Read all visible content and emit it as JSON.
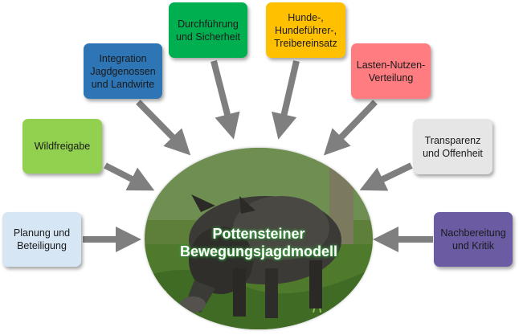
{
  "center": {
    "label": "Pottensteiner\nBewegungsjagdmodell",
    "image": "wild-boar-photo"
  },
  "boxes": [
    {
      "key": "planung",
      "label": "Planung und\nBeteiligung",
      "color": "#d6e6f4"
    },
    {
      "key": "wildfreigabe",
      "label": "Wildfreigabe",
      "color": "#92d050"
    },
    {
      "key": "integration",
      "label": "Integration\nJagdgenossen\nund Landwirte",
      "color": "#2e75b6"
    },
    {
      "key": "durchfuehrung",
      "label": "Durchführung\nund Sicherheit",
      "color": "#00b050"
    },
    {
      "key": "hunde",
      "label": "Hunde-,\nHundeführer-,\nTreibereinsatz",
      "color": "#ffc000"
    },
    {
      "key": "lasten",
      "label": "Lasten-Nutzen-\nVerteilung",
      "color": "#ff7c80"
    },
    {
      "key": "transparenz",
      "label": "Transparenz\nund Offenheit",
      "color": "#e6e6e6"
    },
    {
      "key": "nachbereitung",
      "label": "Nachbereitung\nund Kritik",
      "color": "#6a5ba2"
    }
  ],
  "arrow_color": "#7f7f7f"
}
